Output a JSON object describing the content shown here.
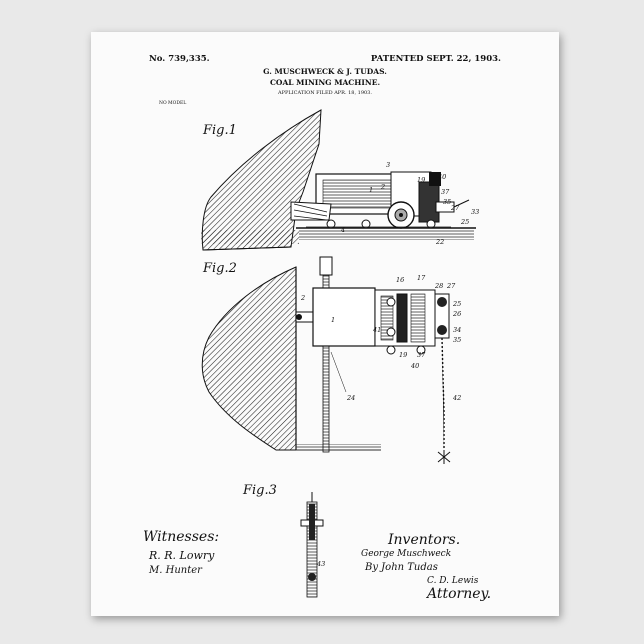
{
  "header": {
    "patent_number": "No. 739,335.",
    "patented": "PATENTED SEPT. 22, 1903.",
    "inventors": "G. MUSCHWECK & J. TUDAS.",
    "title": "COAL MINING MACHINE.",
    "application": "APPLICATION FILED APR. 18, 1903.",
    "model": "NO MODEL"
  },
  "figures": {
    "fig1": "Fig.1",
    "fig2": "Fig.2",
    "fig3": "Fig.3"
  },
  "refs": {
    "r1": "1",
    "r2": "2",
    "r3": "3",
    "r4": "4",
    "r16": "16",
    "r17": "17",
    "r19": "19",
    "r22": "22",
    "r24": "24",
    "r25": "25",
    "r26": "26",
    "r27": "27",
    "r28": "28",
    "r33": "33",
    "r34": "34",
    "r35": "35",
    "r37": "37",
    "r40": "40",
    "r41": "41",
    "r42": "42",
    "r43": "43"
  },
  "witnesses": {
    "heading": "Witnesses:",
    "name1": "R. R. Lowry",
    "name2": "M. Hunter"
  },
  "inventors_sign": {
    "heading": "Inventors.",
    "name1": "George Muschweck",
    "name2": "By John Tudas",
    "name3": "C. D. Lewis",
    "attorney": "Attorney."
  }
}
